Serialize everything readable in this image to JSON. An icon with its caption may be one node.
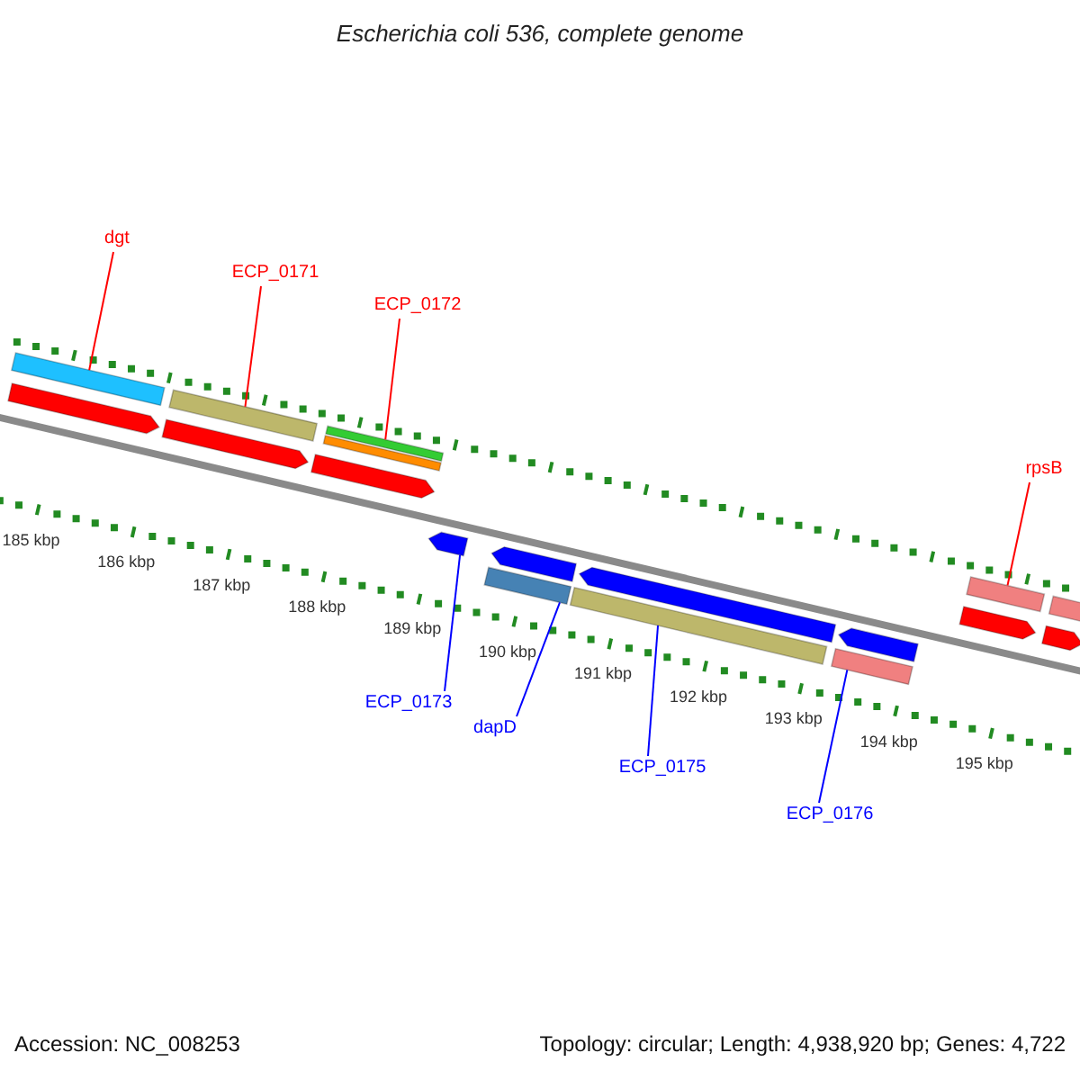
{
  "diagram": {
    "title": "Escherichia coli 536, complete genome",
    "nodes": [
      {
        "text": [
          "dgt"
        ]
      },
      {
        "text": [
          "ECP_0171"
        ]
      },
      {
        "text": [
          "ECP_0172"
        ]
      },
      {
        "text": [
          "rpsB"
        ]
      },
      {
        "text": [
          "ECP_0173"
        ]
      },
      {
        "text": [
          "dapD"
        ]
      },
      {
        "text": [
          "ECP_0175"
        ]
      },
      {
        "text": [
          "ECP_0176"
        ]
      },
      {
        "text": [],
        "shape": "bar"
      },
      {
        "text": [],
        "shape": "pentagon"
      },
      {
        "text": [],
        "shape": "bar"
      },
      {
        "text": [],
        "shape": "pentagon"
      },
      {
        "text": [],
        "shape": "bar"
      },
      {
        "text": [],
        "shape": "bar"
      },
      {
        "text": [],
        "shape": "pentagon"
      },
      {
        "text": [],
        "shape": "pentagon"
      },
      {
        "text": [],
        "shape": "pentagon"
      },
      {
        "text": [],
        "shape": "bar"
      },
      {
        "text": [],
        "shape": "pentagon"
      },
      {
        "text": [],
        "shape": "bar"
      },
      {
        "text": [],
        "shape": "pentagon"
      },
      {
        "text": [],
        "shape": "bar"
      },
      {
        "text": [],
        "shape": "bar"
      },
      {
        "text": [],
        "shape": "pentagon"
      },
      {
        "text": [],
        "shape": "bar"
      },
      {
        "text": [],
        "shape": "pentagon"
      }
    ],
    "edges": [
      {
        "from": 0,
        "to": 8,
        "arrow": "none"
      },
      {
        "from": 1,
        "to": 10,
        "arrow": "none"
      },
      {
        "from": 2,
        "to": 12,
        "arrow": "none"
      },
      {
        "from": 3,
        "to": 22,
        "arrow": "none"
      },
      {
        "from": 4,
        "to": 15,
        "arrow": "none",
        "color": "#0000ff"
      },
      {
        "from": 5,
        "to": 17,
        "arrow": "none",
        "color": "#0000ff"
      },
      {
        "from": 6,
        "to": 19,
        "arrow": "none",
        "color": "#0000ff"
      },
      {
        "from": 7,
        "to": 21,
        "arrow": "none",
        "color": "#0000ff"
      }
    ],
    "labels": [
      "185 kbp",
      "186 kbp",
      "187 kbp",
      "188 kbp",
      "189 kbp",
      "190 kbp",
      "191 kbp",
      "192 kbp",
      "193 kbp",
      "194 kbp",
      "195 kbp",
      "Accession: NC_008253",
      "Topology: circular; Length: 4,938,920 bp; Genes: 4,722"
    ]
  }
}
